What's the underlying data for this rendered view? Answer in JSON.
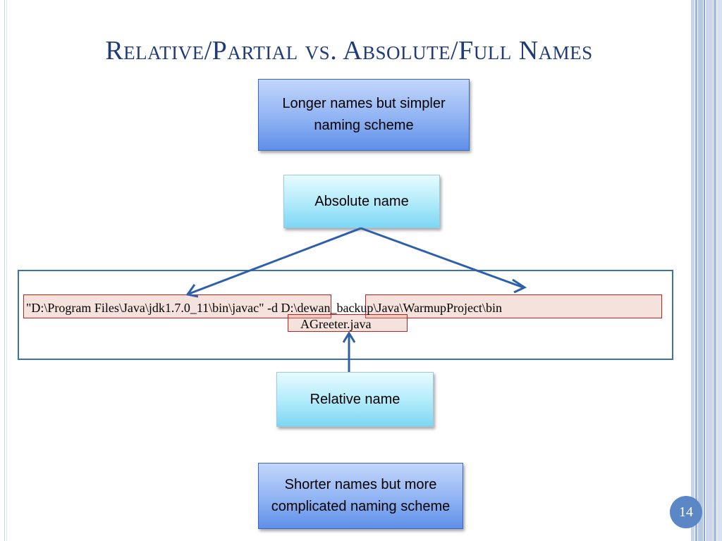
{
  "slide": {
    "title": "Relative/Partial vs. Absolute/Full Names",
    "page_number": "14"
  },
  "boxes": {
    "top_note": "Longer names but simpler naming scheme",
    "absolute": "Absolute name",
    "relative": "Relative name",
    "bottom_note": "Shorter  names but more complicated naming scheme"
  },
  "command": {
    "part1": "\"D:\\Program Files\\Java\\jdk1.7.0_11\\bin\\javac\" -d D:\\dewan_backup\\Java\\WarmupProject\\bin",
    "part2": "AGreeter.java"
  },
  "colors": {
    "title": "#1f3b7a",
    "blue_box": "#8fb3f3",
    "cyan_box": "#b4ecfb",
    "arrow": "#2e5faa",
    "highlight_border": "#c02020",
    "page_badge": "#5b87c7"
  }
}
